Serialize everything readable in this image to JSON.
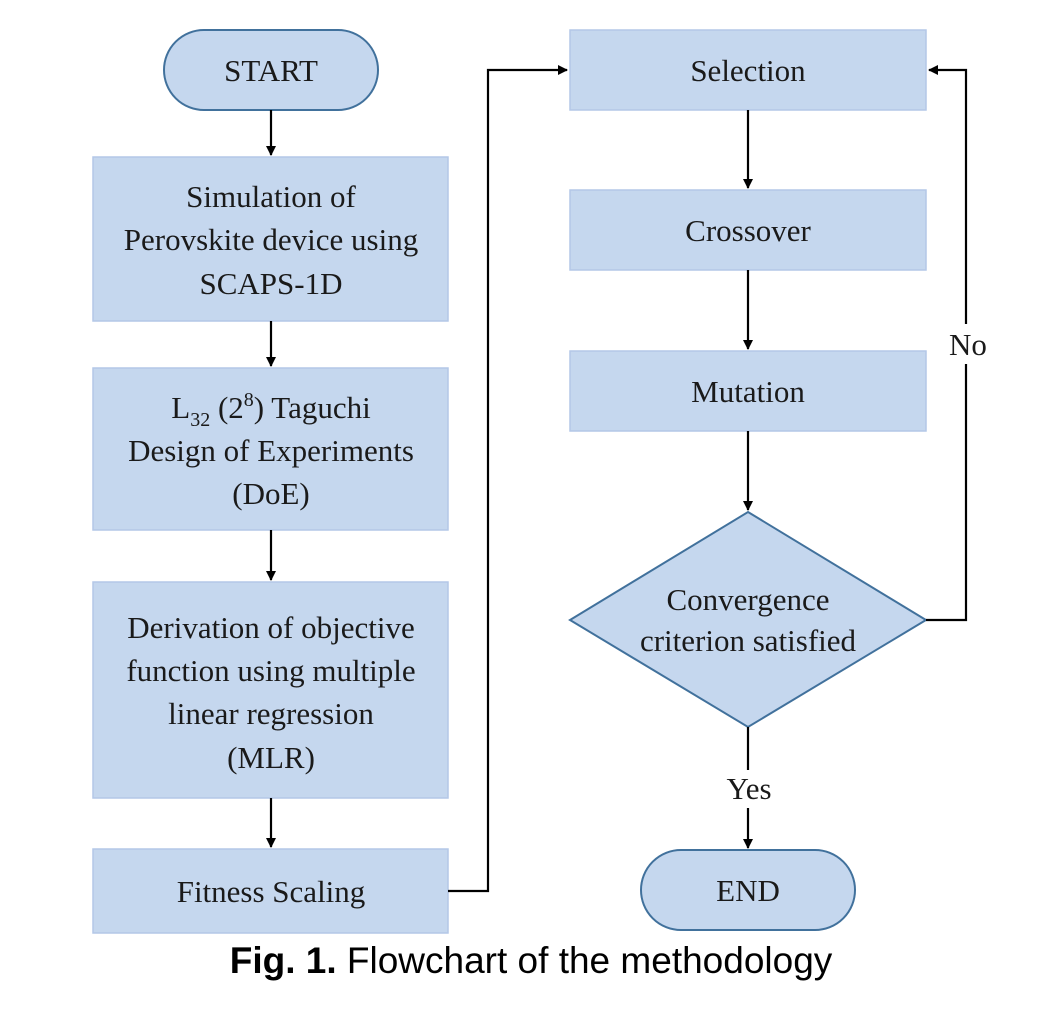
{
  "colors": {
    "node_fill": "#c5d7ee",
    "node_stroke": "#41719c",
    "box_stroke": "#b4c7e7",
    "arrow": "#000000"
  },
  "nodes": {
    "start": {
      "label": "START"
    },
    "simulation": {
      "lines": [
        "Simulation of",
        "Perovskite device using",
        "SCAPS-1D"
      ]
    },
    "taguchi": {
      "prefix": "L",
      "prefix_sub": "32",
      "mid_open": " (2",
      "mid_sup": "8",
      "mid_close": ") Taguchi",
      "lines": [
        "Design of Experiments",
        "(DoE)"
      ]
    },
    "derivation": {
      "lines": [
        "Derivation of objective",
        "function using multiple",
        "linear regression",
        "(MLR)"
      ]
    },
    "fitness": {
      "label": "Fitness Scaling"
    },
    "selection": {
      "label": "Selection"
    },
    "crossover": {
      "label": "Crossover"
    },
    "mutation": {
      "label": "Mutation"
    },
    "convergence": {
      "lines": [
        "Convergence",
        "criterion satisfied"
      ]
    },
    "end": {
      "label": "END"
    }
  },
  "edges": {
    "no_label": "No",
    "yes_label": "Yes"
  },
  "caption": {
    "number": "Fig. 1.",
    "text": "Flowchart of the methodology"
  }
}
